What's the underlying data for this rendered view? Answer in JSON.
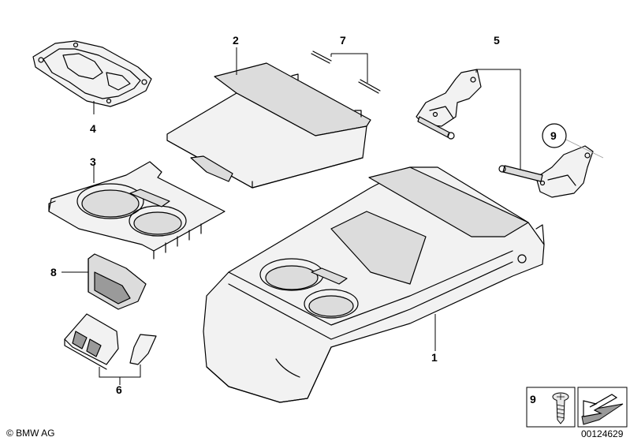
{
  "callouts": {
    "c1": "1",
    "c2": "2",
    "c3": "3",
    "c4": "4",
    "c5": "5",
    "c6": "6",
    "c7": "7",
    "c8": "8",
    "c9_circle": "9",
    "c9_legend": "9"
  },
  "footer": {
    "copyright": "© BMW AG",
    "diagram_number": "00124629"
  }
}
